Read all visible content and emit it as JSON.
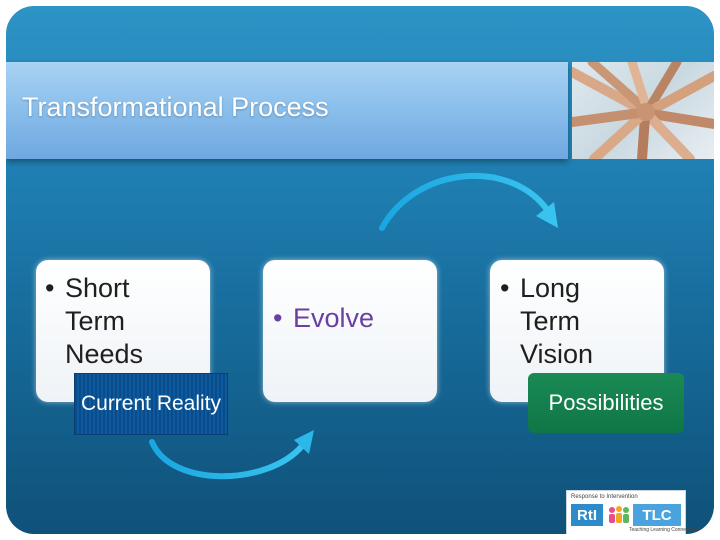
{
  "title": "Transformational Process",
  "cards": [
    {
      "bullets": [
        "Short",
        "Term",
        "Needs"
      ],
      "label": "Current Reality"
    },
    {
      "bullets": [
        "Evolve"
      ]
    },
    {
      "bullets": [
        "Long",
        "Term",
        "Vision"
      ],
      "label": "Possibilities"
    }
  ],
  "bullet_char": "•",
  "logo": {
    "tagline": "Response to Intervention",
    "rti": "RtI",
    "tlc": "TLC",
    "sub": "Teaching Learning Connections"
  },
  "colors": {
    "slide_top": "#2d94c6",
    "slide_bottom": "#0f5179",
    "title_bar": "#8cc0ec",
    "arrow": "#2bb7e8",
    "evolve_text": "#6a3fa0",
    "current_reality_box": "#0d5a9e",
    "possibilities_box": "#0f7646"
  },
  "icons": [
    "team-hands-photo",
    "curved-arrow-icon",
    "rti-tlc-logo"
  ]
}
